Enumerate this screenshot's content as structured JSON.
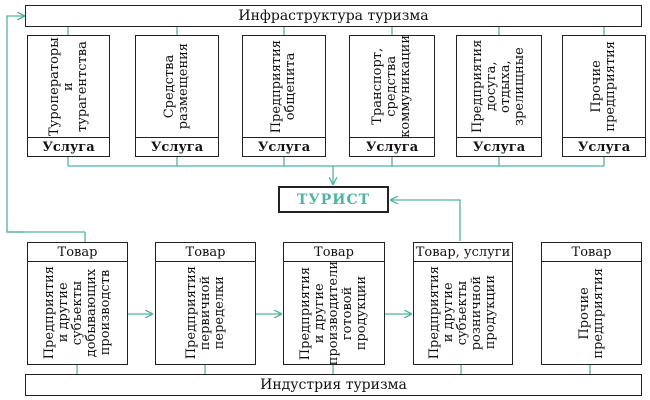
{
  "infrastructure": {
    "title": "Инфраструктура туризма"
  },
  "industry": {
    "title": "Индустрия туризма"
  },
  "tourist": {
    "label": "ТУРИСТ"
  },
  "services": [
    {
      "name": "Туроператоры\nи турагентства",
      "footer": "Услуга"
    },
    {
      "name": "Средства\nразмещения",
      "footer": "Услуга"
    },
    {
      "name": "Предприятия\nобщепита",
      "footer": "Услуга"
    },
    {
      "name": "Транспорт,\nсредства\nкоммуникации",
      "footer": "Услуга"
    },
    {
      "name": "Предприятия\nдосуга, отдыха,\nзрелищные",
      "footer": "Услуга"
    },
    {
      "name": "Прочие\nпредприятия",
      "footer": "Услуга"
    }
  ],
  "producers": [
    {
      "header": "Товар",
      "name": "Предприятия\nи другие\nсубъекты\nдобывающих\nпроизводств"
    },
    {
      "header": "Товар",
      "name": "Предприятия\nпервичной\nпеределки"
    },
    {
      "header": "Товар",
      "name": "Предприятия\nи другие\nпроизводители\nготовой\nпродукции"
    },
    {
      "header": "Товар, услуги",
      "name": "Предприятия\nи другие\nсубъекты\nрозничной\nпродукции"
    },
    {
      "header": "Товар",
      "name": "Прочие\nпредприятия"
    }
  ],
  "colors": {
    "connector": "#4fb3a0",
    "border": "#222222"
  }
}
